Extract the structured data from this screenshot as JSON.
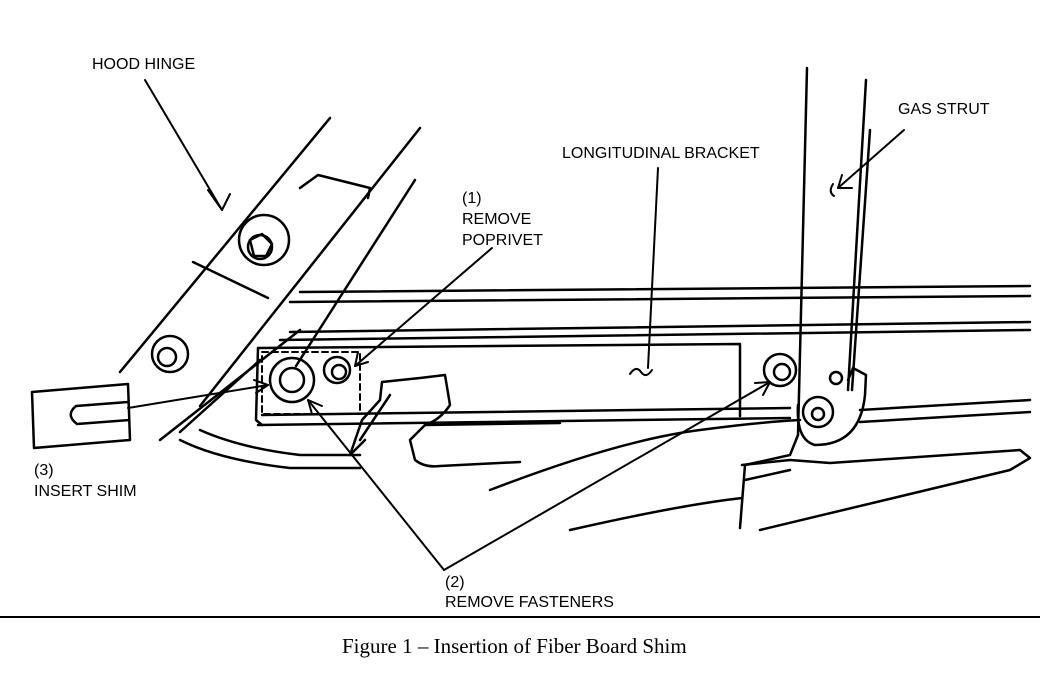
{
  "labels": {
    "hood_hinge": "HOOD HINGE",
    "gas_strut": "GAS STRUT",
    "longitudinal_bracket": "LONGITUDINAL BRACKET",
    "step1_num": "(1)",
    "step1_line1": "REMOVE",
    "step1_line2": "POPRIVET",
    "step2_num": "(2)",
    "step2_text": "REMOVE FASTENERS",
    "step3_num": "(3)",
    "step3_text": "INSERT SHIM"
  },
  "caption": "Figure 1 – Insertion of Fiber Board Shim"
}
